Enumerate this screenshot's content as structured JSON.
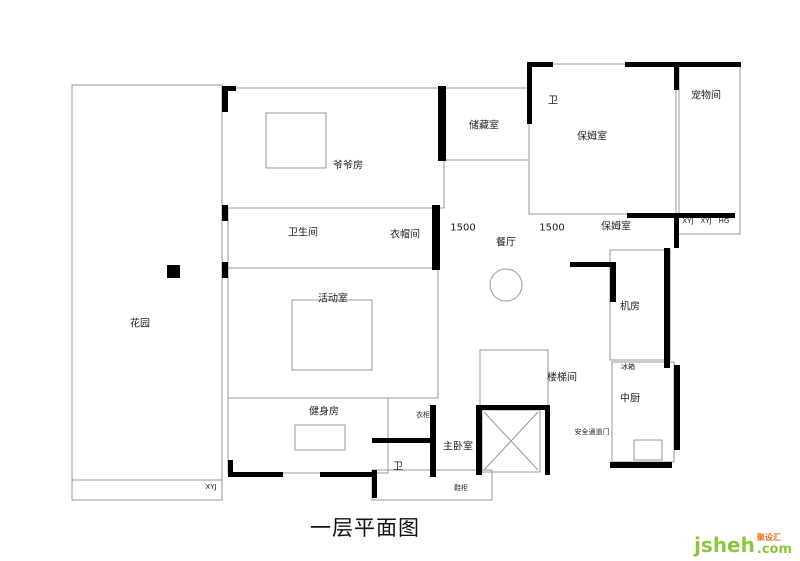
{
  "title": "一层平面图",
  "watermark": {
    "site": "jsheh",
    "domain": ".com",
    "brand": "聚设汇"
  },
  "rooms": {
    "garden": "花园",
    "grandpa_room": "爷爷房",
    "storage": "储藏室",
    "wc_top": "卫",
    "nanny_room_1": "保姆室",
    "pet_room": "宠物间",
    "bathroom": "卫生间",
    "cloakroom": "衣帽间",
    "dining": "餐厅",
    "nanny_room_2": "保姆室",
    "activity_room": "活动室",
    "machine_room": "机房",
    "stairwell": "楼梯间",
    "kitchen": "中厨",
    "gym": "健身房",
    "master_bedroom": "主卧室",
    "wc_bottom": "卫"
  },
  "annotations": {
    "dim_left": "1500",
    "dim_right": "1500",
    "xyj_1": "XYJ",
    "xyj_2": "XYJ",
    "hg": "HG",
    "fridge": "冰箱",
    "safety_door": "安全通道门",
    "wardrobe": "衣柜",
    "shoe_cabinet": "鞋柜",
    "xyj_garden": "XYJ"
  },
  "colors": {
    "wall": "#000000",
    "line": "#888888",
    "watermark_green": "#8cc63f",
    "watermark_orange": "#e8731c"
  }
}
